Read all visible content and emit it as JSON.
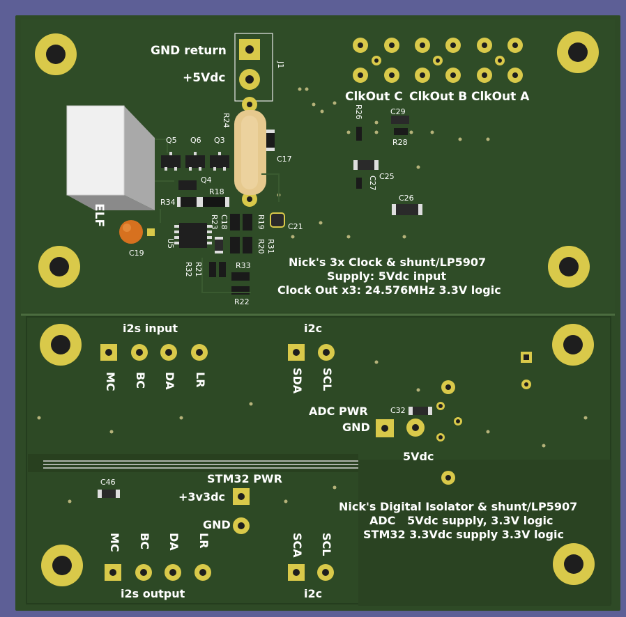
{
  "board": {
    "colors": {
      "background": "#5d5f96",
      "soldermask": "#2e4a26",
      "silkscreen": "#ffffff",
      "copper_pad": "#d9c94a",
      "hole": "#1e1e1e",
      "inner_zone": "#2a4322"
    }
  },
  "top_section": {
    "connector_labels": {
      "gnd_return": "GND return",
      "plus_5vdc": "+5Vdc",
      "j1": "J1"
    },
    "clock_out_labels": {
      "c": "ClkOut C",
      "b": "ClkOut B",
      "a": "ClkOut A"
    },
    "component_refs": {
      "q5": "Q5",
      "q6": "Q6",
      "q3": "Q3",
      "q4": "Q4",
      "r18": "R18",
      "r34": "R34",
      "elf": "ELF",
      "c19": "C19",
      "u5": "U5",
      "r23": "R23",
      "r19": "R19",
      "r31": "R31",
      "r20": "R20",
      "r24": "R24",
      "c17": "C17",
      "c21": "C21",
      "r33": "R33",
      "r21": "R21",
      "r32": "R32",
      "r22": "R22",
      "r26": "R26",
      "c29": "C29",
      "r28": "R28",
      "c25": "C25",
      "c27": "C27",
      "c26": "C26",
      "c18": "C18"
    },
    "description": {
      "line1": "Nick's 3x Clock & shunt/LP5907",
      "line2": "Supply: 5Vdc input",
      "line3": "Clock Out x3: 24.576MHz 3.3V logic"
    }
  },
  "bottom_section": {
    "i2s_input_title": "i2s input",
    "i2c_top_title": "i2c",
    "i2s_input_pins": [
      "MC",
      "BC",
      "DA",
      "LR"
    ],
    "i2c_top_pins": [
      "SDA",
      "SCL"
    ],
    "adc_pwr": {
      "title": "ADC PWR",
      "gnd": "GND",
      "vdc": "5Vdc",
      "c32": "C32"
    },
    "stm32_pwr": {
      "title": "STM32 PWR",
      "v33": "+3v3dc",
      "gnd": "GND",
      "c46": "C46"
    },
    "i2s_output_title": "i2s output",
    "i2c_bottom_title": "i2c",
    "i2s_output_pins": [
      "MC",
      "BC",
      "DA",
      "LR"
    ],
    "i2c_bottom_pins": [
      "SCA",
      "SCL"
    ],
    "description": {
      "line1": "Nick's Digital Isolator & shunt/LP5907",
      "line2": "ADC   5Vdc supply, 3.3V logic",
      "line3": "STM32 3.3Vdc supply 3.3V logic"
    }
  }
}
